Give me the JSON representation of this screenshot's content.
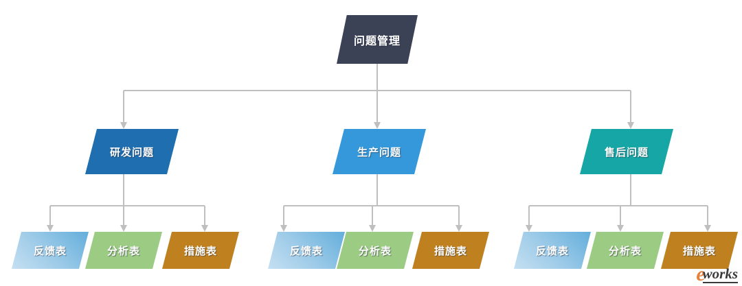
{
  "diagram": {
    "type": "tree",
    "title_node": {
      "label": "问题管理",
      "color": "#3b4256"
    },
    "level2": [
      {
        "label": "研发问题",
        "color": "#1f6eb0"
      },
      {
        "label": "生产问题",
        "color": "#3498db"
      },
      {
        "label": "售后问题",
        "color": "#16a6a6"
      }
    ],
    "leaf_labels": {
      "feedback": "反馈表",
      "analysis": "分析表",
      "measure": "措施表"
    },
    "leaf_colors": {
      "feedback": "#9ecbe8",
      "analysis": "#9ccb83",
      "measure": "#bf8120"
    },
    "groups": [
      {
        "parent": "研发问题",
        "children": [
          "反馈表",
          "分析表",
          "措施表"
        ]
      },
      {
        "parent": "生产问题",
        "children": [
          "反馈表",
          "分析表",
          "措施表"
        ]
      },
      {
        "parent": "售后问题",
        "children": [
          "反馈表",
          "分析表",
          "措施表"
        ]
      }
    ],
    "connector_color": "#bfbfbf"
  },
  "watermark": {
    "mark": "e",
    "text": "works"
  }
}
